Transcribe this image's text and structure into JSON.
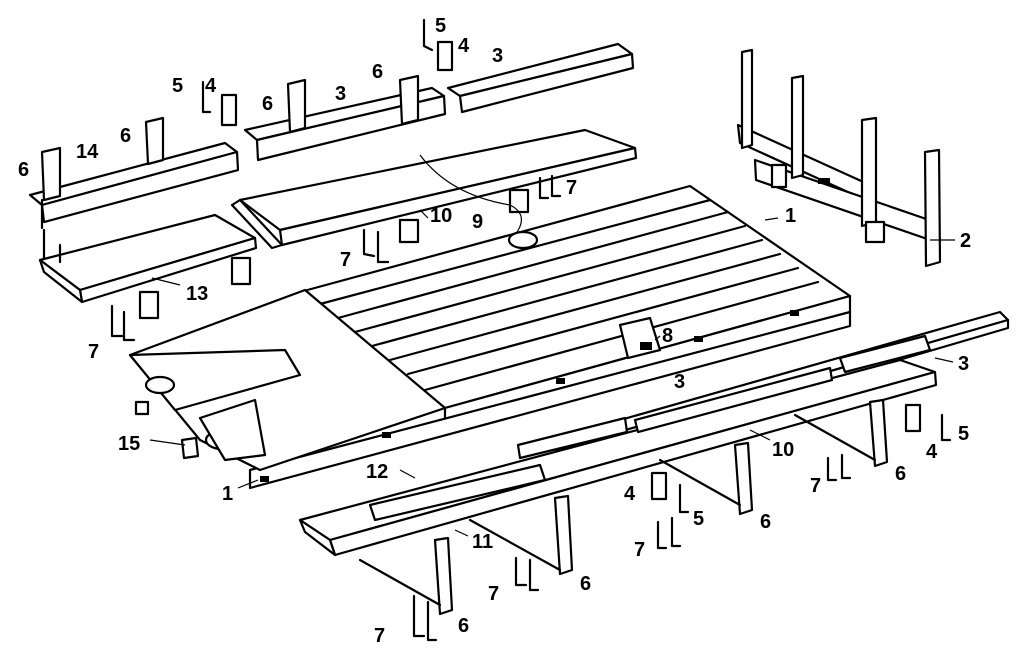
{
  "diagram": {
    "callouts": [
      {
        "id": "c1",
        "text": "1"
      },
      {
        "id": "c2",
        "text": "2"
      },
      {
        "id": "c3",
        "text": "3"
      },
      {
        "id": "c4",
        "text": "4"
      },
      {
        "id": "c5",
        "text": "5"
      },
      {
        "id": "c6",
        "text": "6"
      },
      {
        "id": "c7",
        "text": "7"
      },
      {
        "id": "c8",
        "text": "8"
      },
      {
        "id": "c9",
        "text": "9"
      },
      {
        "id": "c10",
        "text": "10"
      },
      {
        "id": "c11",
        "text": "11"
      },
      {
        "id": "c12",
        "text": "12"
      },
      {
        "id": "c13",
        "text": "13"
      },
      {
        "id": "c14",
        "text": "14"
      },
      {
        "id": "c15",
        "text": "15"
      }
    ]
  },
  "colors": {
    "ink": "#000000",
    "paper": "#ffffff"
  }
}
